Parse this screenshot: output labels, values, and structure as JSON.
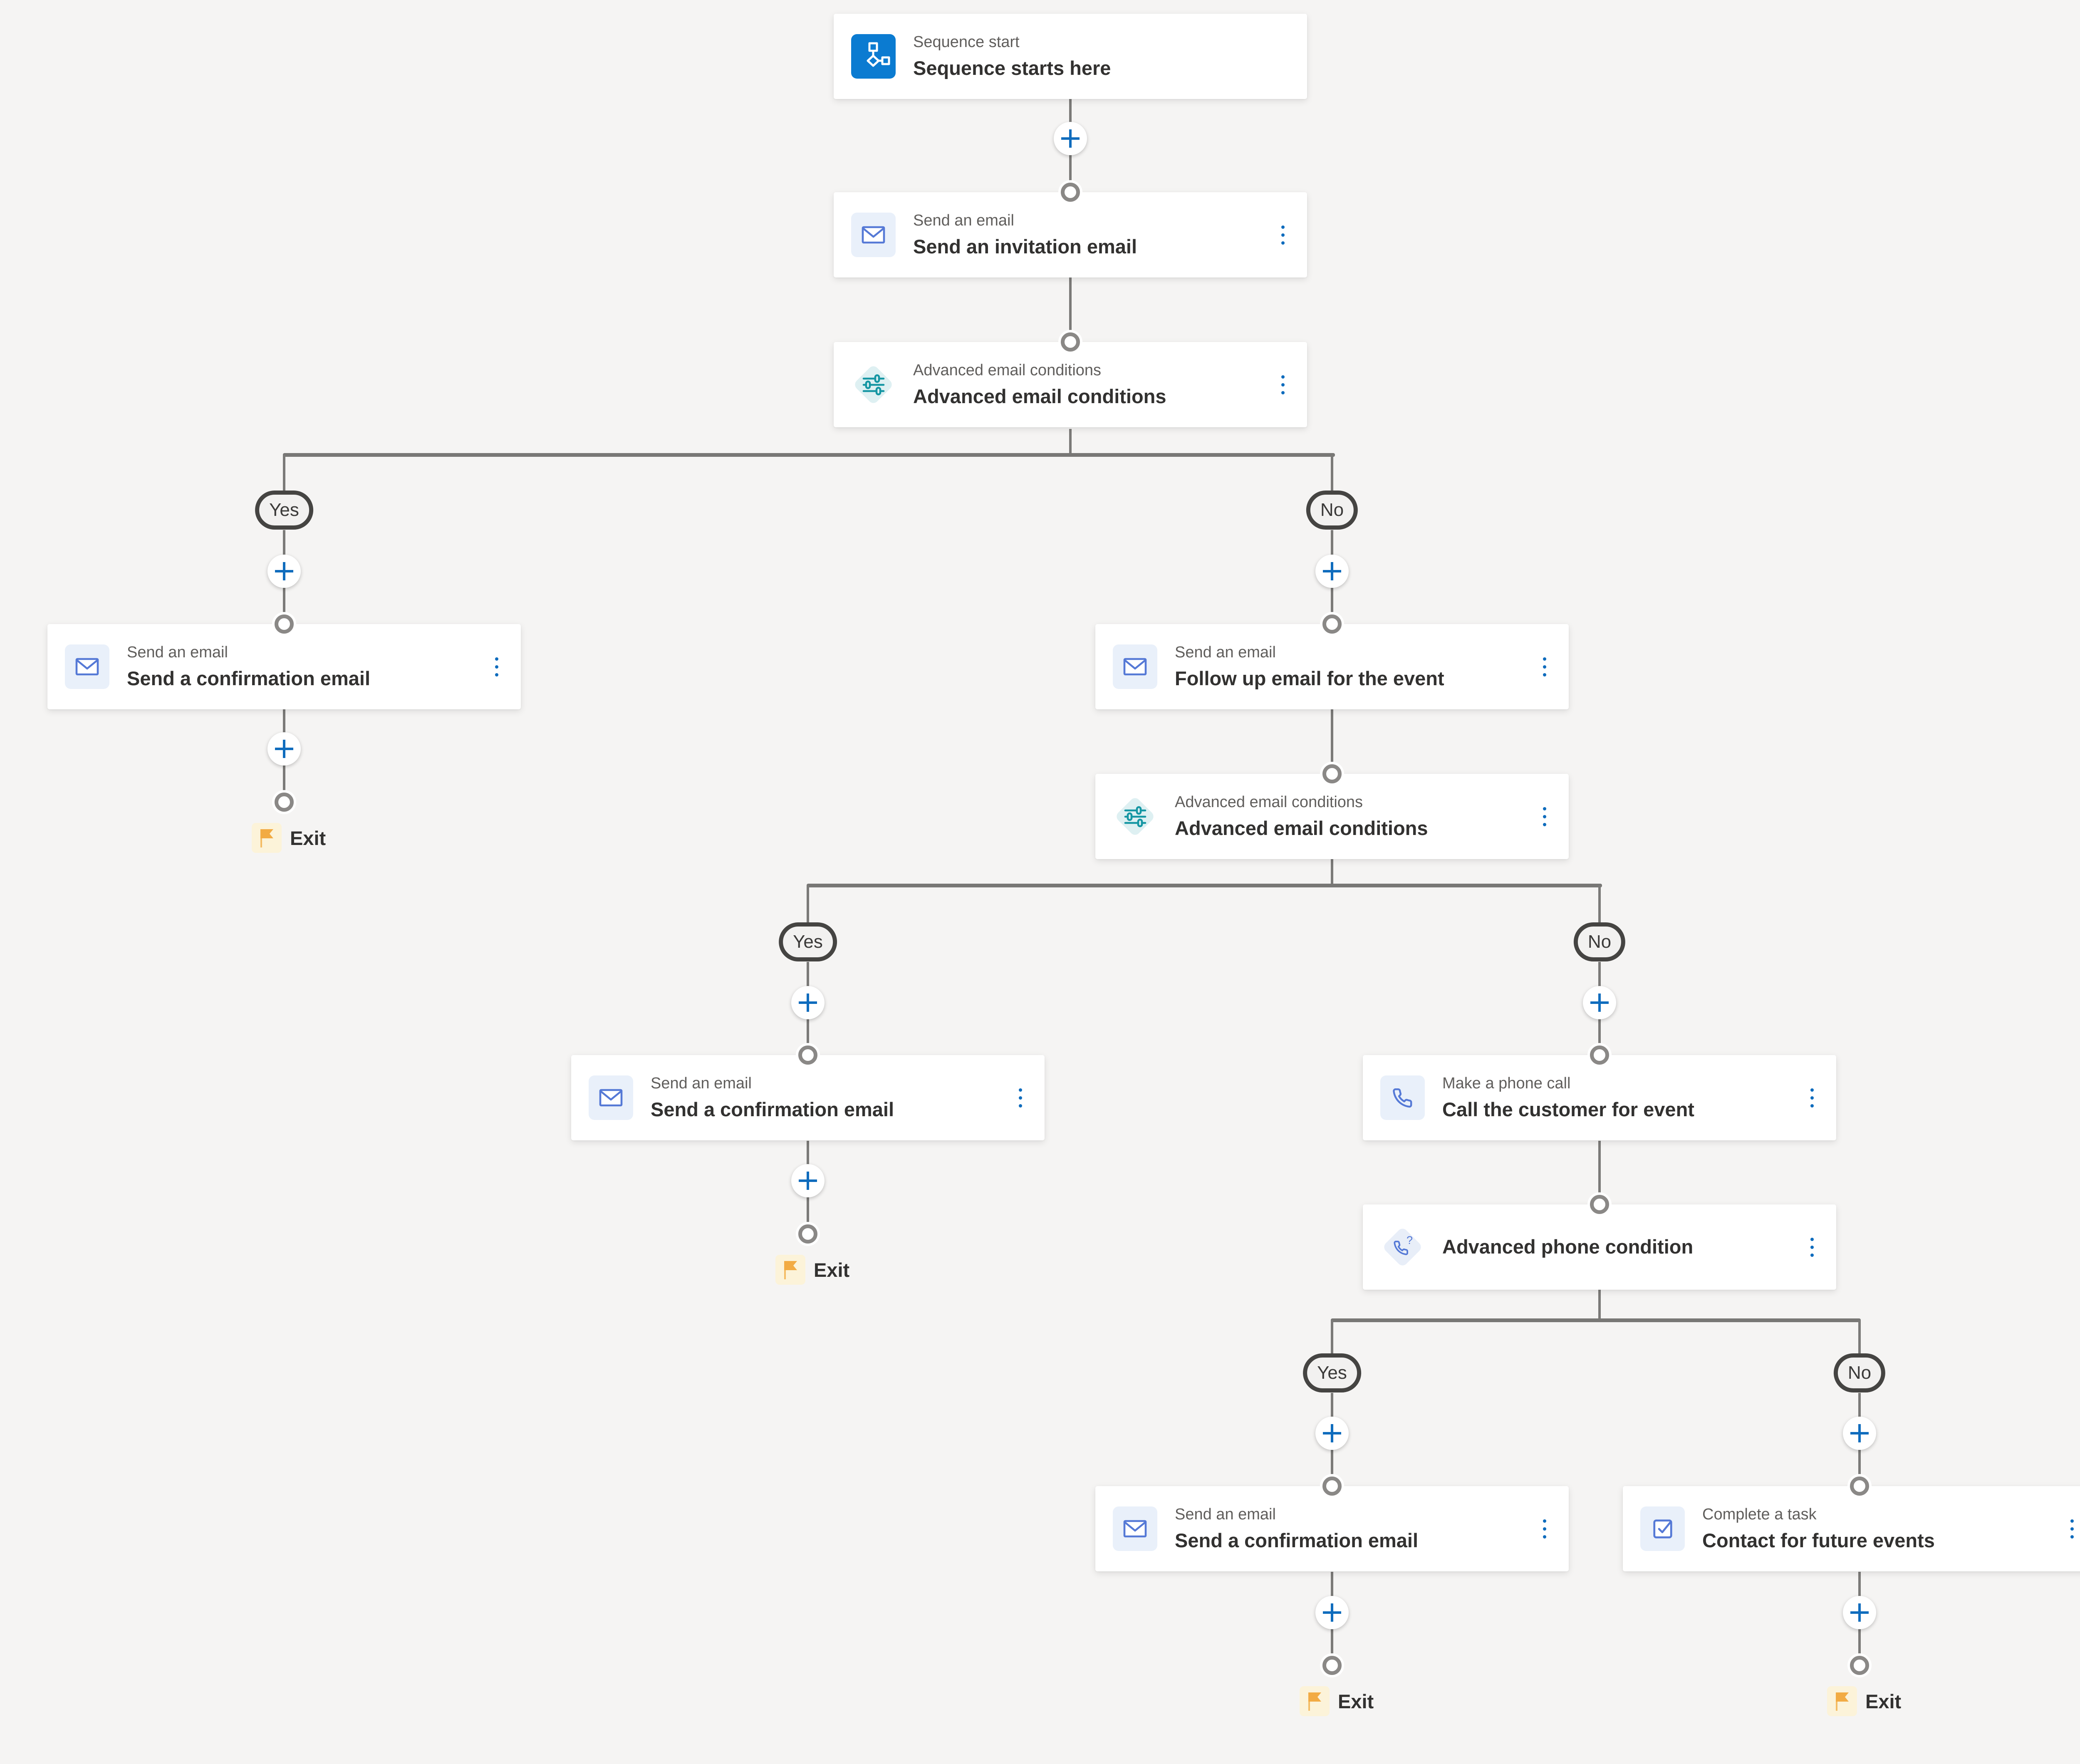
{
  "labels": {
    "yes": "Yes",
    "no": "No",
    "exit": "Exit"
  },
  "nodes": {
    "start": {
      "subtitle": "Sequence start",
      "title": "Sequence starts here",
      "icon": "sequence-start-icon"
    },
    "invite": {
      "subtitle": "Send an email",
      "title": "Send an invitation email",
      "icon": "email-icon"
    },
    "emailCond1": {
      "subtitle": "Advanced email conditions",
      "title": "Advanced email conditions",
      "icon": "email-conditions-icon"
    },
    "confirm1": {
      "subtitle": "Send an email",
      "title": "Send a confirmation email",
      "icon": "email-icon"
    },
    "followup": {
      "subtitle": "Send an email",
      "title": "Follow up email for the event",
      "icon": "email-icon"
    },
    "emailCond2": {
      "subtitle": "Advanced email conditions",
      "title": "Advanced email conditions",
      "icon": "email-conditions-icon"
    },
    "confirm2": {
      "subtitle": "Send an email",
      "title": "Send a confirmation email",
      "icon": "email-icon"
    },
    "call": {
      "subtitle": "Make a phone call",
      "title": "Call the customer for event",
      "icon": "phone-icon"
    },
    "phoneCond": {
      "title": "Advanced phone condition",
      "icon": "phone-condition-icon"
    },
    "confirm3": {
      "subtitle": "Send an email",
      "title": "Send a confirmation email",
      "icon": "email-icon"
    },
    "task": {
      "subtitle": "Complete a task",
      "title": "Contact for future events",
      "icon": "task-icon"
    }
  },
  "colors": {
    "canvas": "#f5f4f3",
    "card": "#ffffff",
    "accent_blue": "#0f6cbd",
    "start_tile_blue": "#0b7bd1",
    "icon_stroke_blue": "#5579d6",
    "icon_bg_blue": "#e9f0fa",
    "conditions_teal": "#1596a3",
    "conditions_teal_bg": "#def0f2",
    "phone_condition_bg": "#e8eef8",
    "connector_gray": "#7b7a78",
    "pill_border": "#454442",
    "exit_flag_amber": "#f2ab43",
    "exit_box_cream": "#fcf3d9",
    "subtitle_gray": "#605e5c",
    "title_dark": "#323130"
  }
}
